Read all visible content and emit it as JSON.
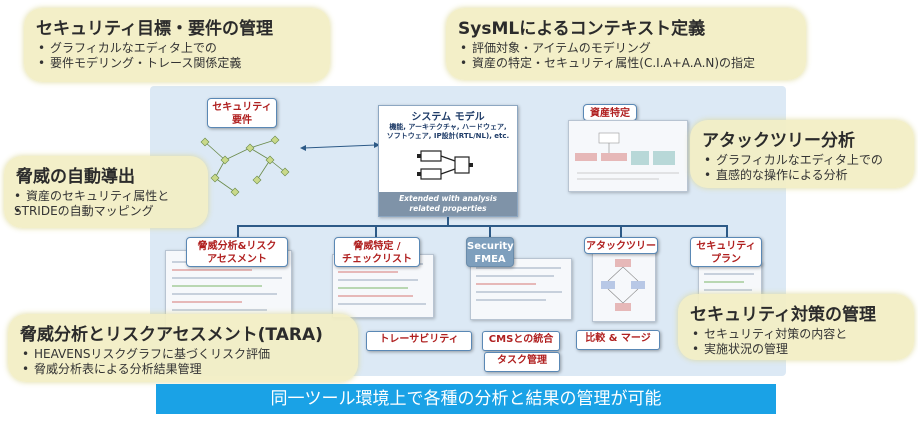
{
  "callouts": {
    "security_goals": {
      "title": "セキュリティ目標・要件の管理",
      "items": [
        "グラフィカルなエディタ上での",
        "要件モデリング・トレース関係定義"
      ]
    },
    "sysml": {
      "title": "SysMLによるコンテキスト定義",
      "items": [
        "評価対象・アイテムのモデリング",
        "資産の特定・セキュリティ属性(C.I.A+A.A.N)の指定"
      ]
    },
    "threat_derivation": {
      "title": "脅威の自動導出",
      "items": [
        "資産のセキュリティ属性と",
        "STRIDEの自動マッピング"
      ]
    },
    "attack_tree": {
      "title": "アタックツリー分析",
      "items": [
        "グラフィカルなエディタ上での",
        "直感的な操作による分析"
      ]
    },
    "countermeasure": {
      "title": "セキュリティ対策の管理",
      "items": [
        "セキュリティ対策の内容と",
        "実施状況の管理"
      ]
    },
    "tara": {
      "title": "脅威分析とリスクアセスメント(TARA)",
      "items": [
        "HEAVENSリスクグラフに基づくリスク評価",
        "脅威分析表による分析結果管理"
      ]
    }
  },
  "diagram": {
    "security_req_label": "セキュリティ\n要件",
    "asset_label": "資産特定",
    "system_model": {
      "title": "システム モデル",
      "line1": "機能, アーキテクチャ, ハードウェア,",
      "line2": "ソフトウェア, IP設計(RTL/NL), etc.",
      "extended": "Extended with analysis\nrelated properties"
    },
    "modules": [
      {
        "label": "脅威分析&リスク\nアセスメント",
        "style": "red"
      },
      {
        "label": "脅威特定 /\nチェックリスト",
        "style": "red"
      },
      {
        "label": "Security\nFMEA",
        "style": "gray"
      },
      {
        "label": "アタックツリー",
        "style": "red"
      },
      {
        "label": "セキュリティ\nプラン",
        "style": "red"
      }
    ],
    "actions": [
      "トレーサビリティ",
      "CMSとの統合",
      "比較 & マージ",
      "タスク管理"
    ]
  },
  "footer": "同一ツール環境上で各種の分析と結果の管理が可能",
  "colors": {
    "callout_bg": "#f2eec4",
    "panel_bg": "#dce9f5",
    "connector": "#2d5a87",
    "label_text": "#b02020",
    "footer_bg": "#1aa2e6"
  }
}
